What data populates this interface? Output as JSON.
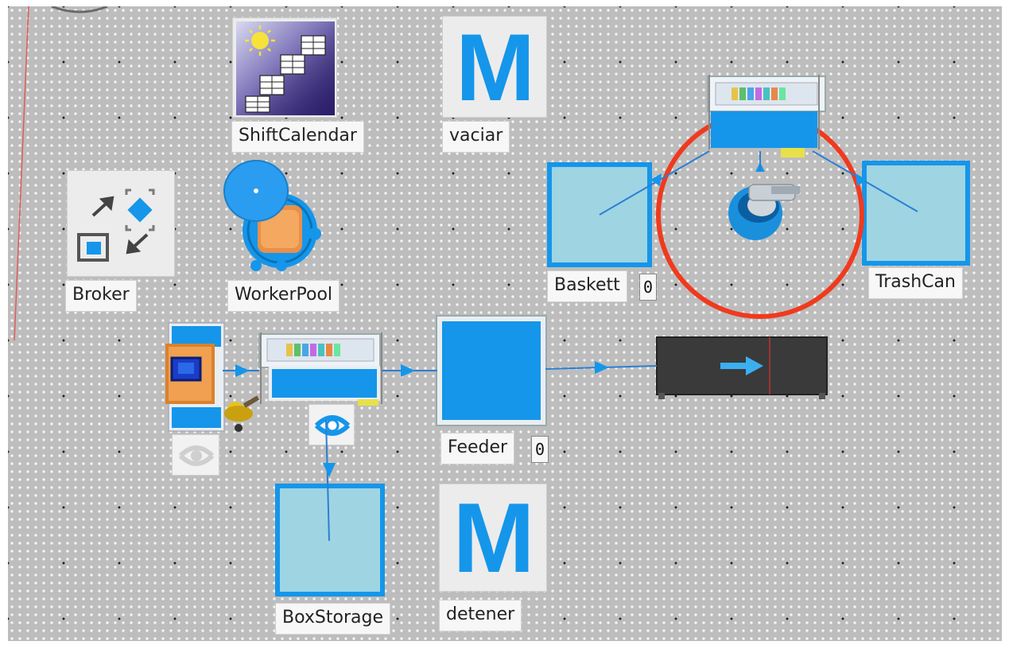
{
  "labels": {
    "shift_calendar": "ShiftCalendar",
    "vaciar": "vaciar",
    "broker": "Broker",
    "worker_pool": "WorkerPool",
    "baskett": "Baskett",
    "trash_can": "TrashCan",
    "feeder": "Feeder",
    "box_storage": "BoxStorage",
    "detener": "detener"
  },
  "counts": {
    "baskett": "0",
    "feeder": "0"
  },
  "method_icon_letter": "M",
  "colors": {
    "accent_blue": "#1596ea",
    "tile_fill": "#9fd4e3",
    "floor_gray": "#bdbdbd",
    "work_area_ring": "#f03a1e",
    "conveyor_dark": "#3a3a3a",
    "calendar_purple": "#2c1e6a"
  }
}
